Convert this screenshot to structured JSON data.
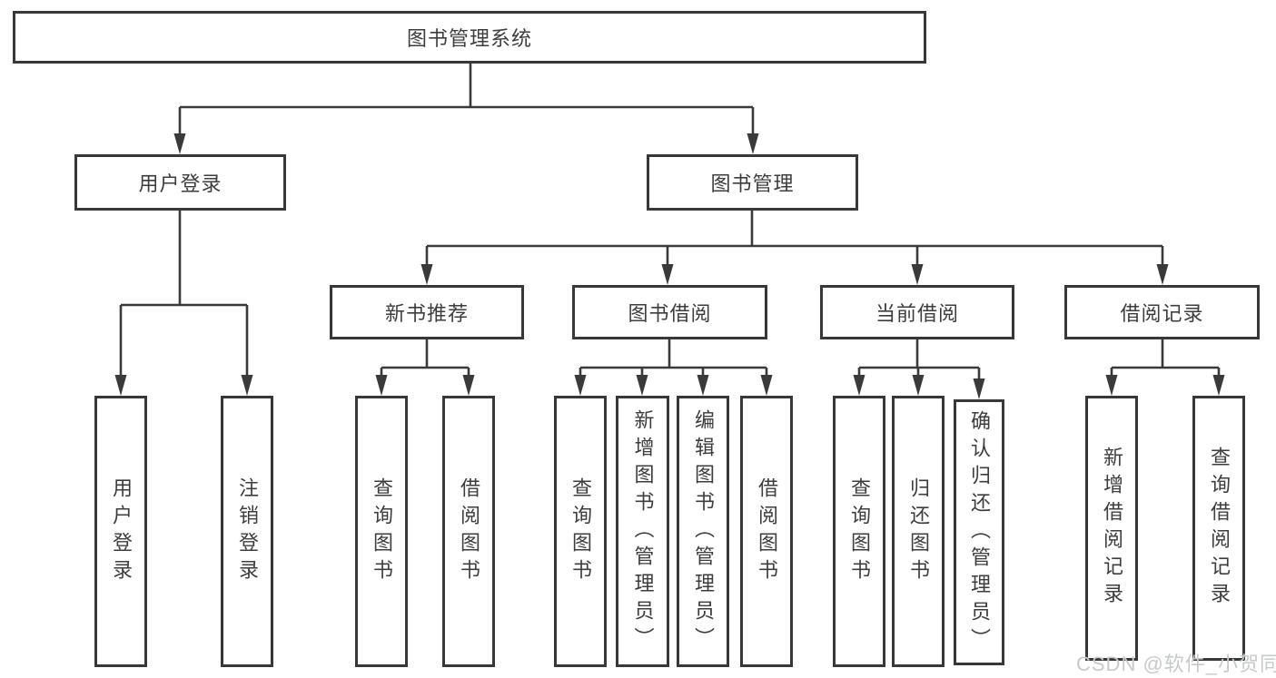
{
  "diagram": {
    "root": {
      "label": "图书管理系统",
      "children": [
        {
          "label": "用户登录",
          "children": [
            {
              "label": "用户登录"
            },
            {
              "label": "注销登录"
            }
          ]
        },
        {
          "label": "图书管理",
          "children": [
            {
              "label": "新书推荐",
              "children": [
                {
                  "label": "查询图书"
                },
                {
                  "label": "借阅图书"
                }
              ]
            },
            {
              "label": "图书借阅",
              "children": [
                {
                  "label": "查询图书"
                },
                {
                  "label": "新增图书（管理员）"
                },
                {
                  "label": "编辑图书（管理员）"
                },
                {
                  "label": "借阅图书"
                }
              ]
            },
            {
              "label": "当前借阅",
              "children": [
                {
                  "label": "查询图书"
                },
                {
                  "label": "归还图书"
                },
                {
                  "label": "确认归还（管理员）"
                }
              ]
            },
            {
              "label": "借阅记录",
              "children": [
                {
                  "label": "新增借阅记录"
                },
                {
                  "label": "查询借阅记录"
                }
              ]
            }
          ]
        }
      ]
    },
    "line_color": "#3a3a3a",
    "box_border_color": "#383838",
    "text_color": "#3d3d3d",
    "background_color": "#ffffff"
  },
  "watermark": {
    "text": "CSDN @软件_小贺同学",
    "color": "#c7cacc"
  }
}
